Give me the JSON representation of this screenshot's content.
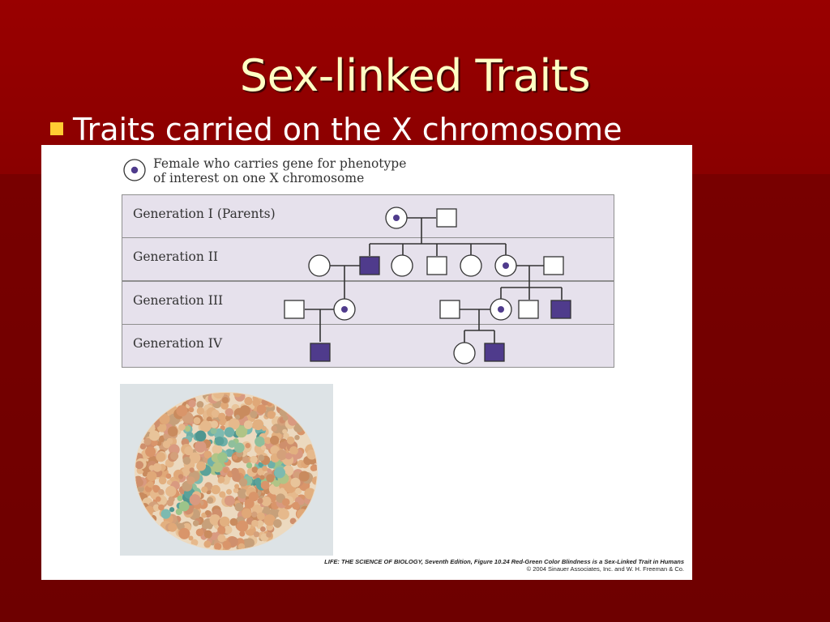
{
  "slide": {
    "title": "Sex-linked Traits",
    "bullet": "Traits carried on the X chromosome"
  },
  "legend": {
    "line1": "Female who carries gene for phenotype",
    "line2": "of interest on one X chromosome"
  },
  "generations": [
    {
      "label": "Generation I (Parents)"
    },
    {
      "label": "Generation II"
    },
    {
      "label": "Generation III"
    },
    {
      "label": "Generation IV"
    }
  ],
  "credit": {
    "source": "LIFE: THE SCIENCE OF BIOLOGY, Seventh Edition,",
    "figure": " Figure 10.24 Red-Green Color Blindness is a Sex-Linked Trait in Humans",
    "copyright": "© 2004 Sinauer Associates, Inc. and W. H. Freeman & Co."
  },
  "colors": {
    "title": "#ffffc4",
    "bullet_marker": "#ffcc33",
    "affected_male": "#4f3b8c",
    "carrier_dot": "#4f3b8c",
    "row_fill": "#e6e1ec"
  }
}
